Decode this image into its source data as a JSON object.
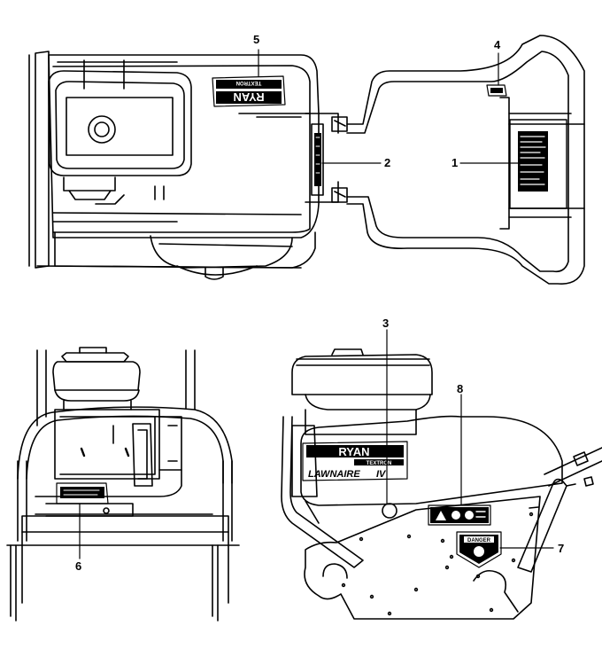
{
  "callouts": [
    "1",
    "2",
    "3",
    "4",
    "5",
    "6",
    "7",
    "8"
  ],
  "decal_text": {
    "brand": "RYAN",
    "brand_sub": "TEXTRON",
    "model": "LAWNAIRE",
    "model_suffix": "IV",
    "danger": "DANGER"
  }
}
